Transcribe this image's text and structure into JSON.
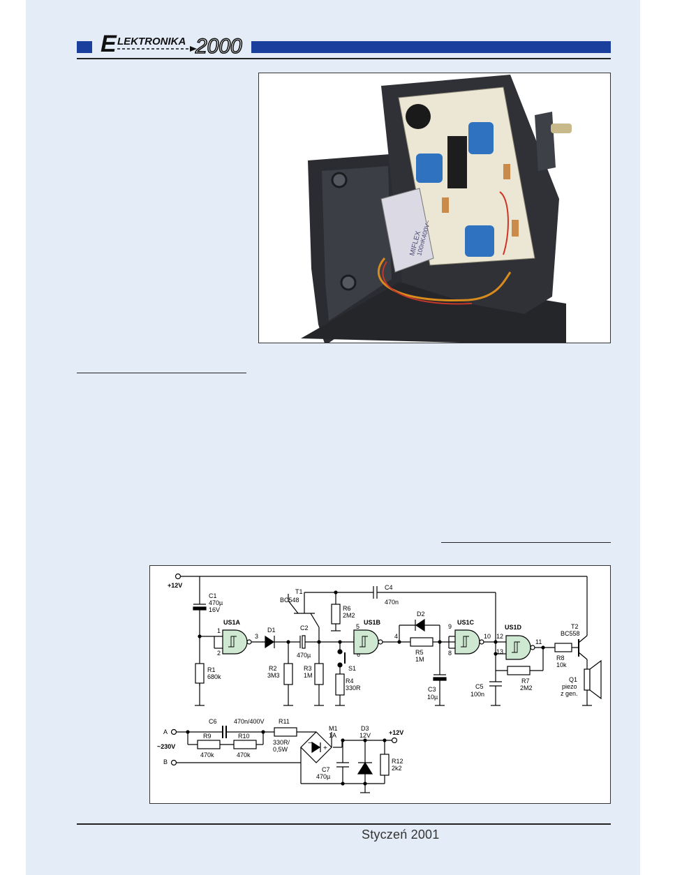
{
  "header": {
    "logo_initial": "E",
    "logo_word": "LEKTRONIKA",
    "logo_number": "2000"
  },
  "photo": {
    "capacitor_marking_1": "MIFLEX",
    "capacitor_marking_2": "100nK400V~"
  },
  "schematic": {
    "labels": {
      "vcc_in": "+12V",
      "c1": "C1",
      "c1_v": "470µ",
      "c1_v2": "16V",
      "t1": "T1",
      "t1_v": "BC548",
      "r6": "R6",
      "r6_v": "2M2",
      "c4": "C4",
      "c4_v": "470n",
      "us1a": "US1A",
      "us1b": "US1B",
      "us1c": "US1C",
      "us1d": "US1D",
      "d1": "D1",
      "d2": "D2",
      "c2": "C2",
      "c2_v": "470µ",
      "r2": "R2",
      "r2_v": "3M3",
      "r3": "R3",
      "r3_v": "1M",
      "r1": "R1",
      "r1_v": "680k",
      "s1": "S1",
      "r4": "R4",
      "r4_v": "330R",
      "r5": "R5",
      "r5_v": "1M",
      "c3": "C3",
      "c3_v": "10µ",
      "c5": "C5",
      "c5_v": "100n",
      "r7": "R7",
      "r7_v": "2M2",
      "r8": "R8",
      "r8_v": "10k",
      "t2": "T2",
      "t2_v": "BC558",
      "q1": "Q1",
      "q1_v": "piezo",
      "q1_v2": "z gen.",
      "pin1": "1",
      "pin2": "2",
      "pin3": "3",
      "pin4": "4",
      "pin5": "5",
      "pin6": "6",
      "pin8": "8",
      "pin9": "9",
      "pin10": "10",
      "pin11": "11",
      "pin12": "12",
      "pin13": "13",
      "a": "A",
      "b": "B",
      "mains": "~230V",
      "c6": "C6",
      "c6_v": "470n/400V",
      "r9": "R9",
      "r9_v": "470k",
      "r10": "R10",
      "r10_v": "470k",
      "r11": "R11",
      "r11_v": "330R/",
      "r11_v2": "0,5W",
      "m1": "M1",
      "m1_v": "1A",
      "d3": "D3",
      "d3_v": "12V",
      "vcc_out": "+12V",
      "c7": "C7",
      "c7_v": "470µ",
      "r12": "R12",
      "r12_v": "2k2",
      "br_minus": "−",
      "br_plus": "+"
    }
  },
  "footer": {
    "issue": "Styczeń 2001"
  },
  "colors": {
    "accent_blue": "#1b3f9c",
    "page_tint": "#e3ecf7",
    "gate_fill": "#cfe8d2"
  }
}
